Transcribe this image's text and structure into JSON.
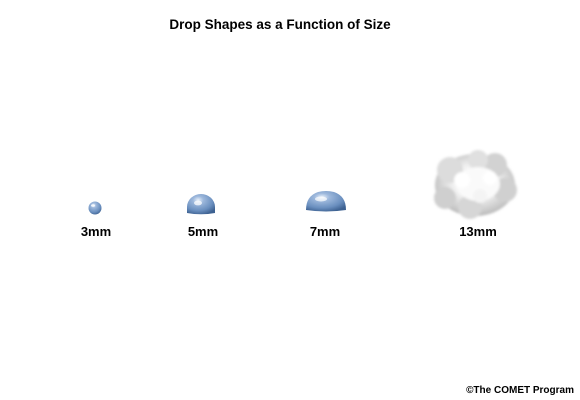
{
  "title": "Drop Shapes as a Function of Size",
  "drops": [
    {
      "size_label": "3mm",
      "shape": "sphere"
    },
    {
      "size_label": "5mm",
      "shape": "flattened-sphere"
    },
    {
      "size_label": "7mm",
      "shape": "hamburger-bun"
    },
    {
      "size_label": "13mm",
      "shape": "breaking-cloud"
    }
  ],
  "credit": "©The COMET Program",
  "colors": {
    "drop": "#6a8fbf",
    "drop_dark": "#3d6191",
    "cloud": "#d8d8d8"
  }
}
